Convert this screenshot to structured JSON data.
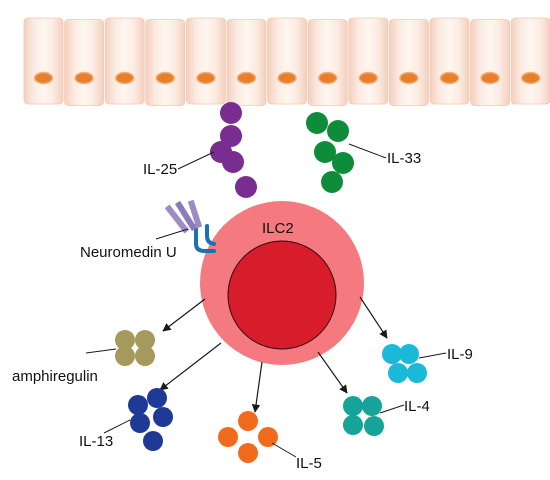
{
  "labels": {
    "cell": "ILC2",
    "il25": "IL-25",
    "il33": "IL-33",
    "neuromedin": "Neuromedin U",
    "amphiregulin": "amphiregulin",
    "il13": "IL-13",
    "il5": "IL-5",
    "il4": "IL-4",
    "il9": "IL-9"
  },
  "colors": {
    "epithelium": "#f7e0d4",
    "epithelium_edge": "#f1c8b4",
    "nucleus": "#e87f2a",
    "ilc2_outer": "#f47a7f",
    "ilc2_nucleus": "#d71c2b",
    "il25": "#7a2d91",
    "il33": "#0f8c39",
    "neuromedin_ligand": "#9d8bc6",
    "receptor": "#1d6fb8",
    "amphiregulin": "#a59a5b",
    "il13": "#1e3a96",
    "il5": "#f26b1d",
    "il4": "#15a39a",
    "il9": "#1ab9d8",
    "line": "#1a1a1a"
  },
  "icons": [
    "epithelial-cell-icon",
    "cytokine-particle-icon",
    "receptor-icon",
    "arrow-icon"
  ]
}
